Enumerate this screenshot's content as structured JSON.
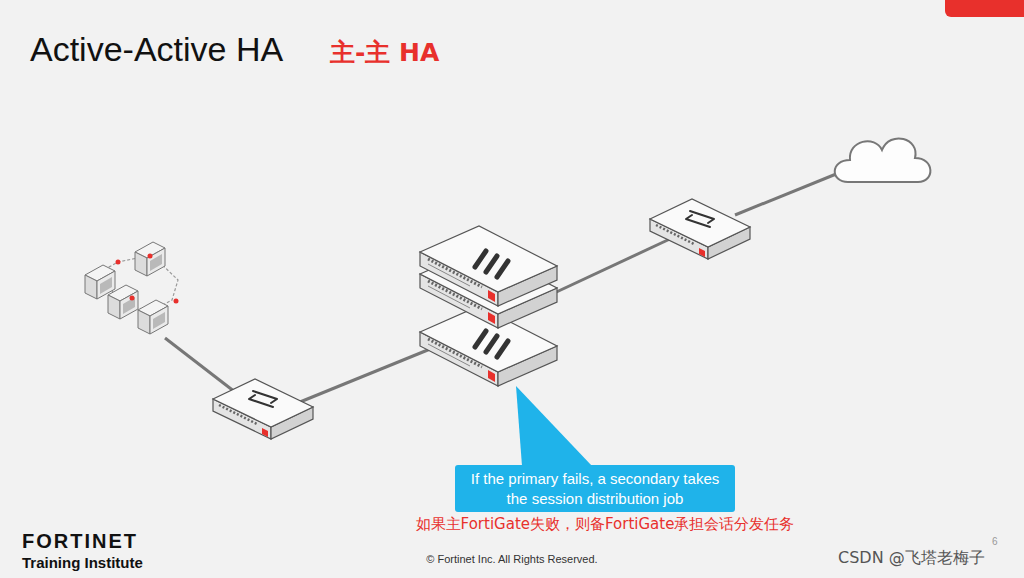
{
  "diagram": {
    "title": "Active-Active HA",
    "nodes": [
      {
        "text": [
          "If the primary fails, a secondary takes the session distribution job"
        ]
      }
    ],
    "labels": [
      "主-主 HA",
      "如果主FortiGate失败，则备FortiGate承担会话分发任务",
      "FORTINET",
      "Training Institute",
      "© Fortinet Inc. All Rights Reserved.",
      "6",
      "CSDN @飞塔老梅子"
    ]
  }
}
